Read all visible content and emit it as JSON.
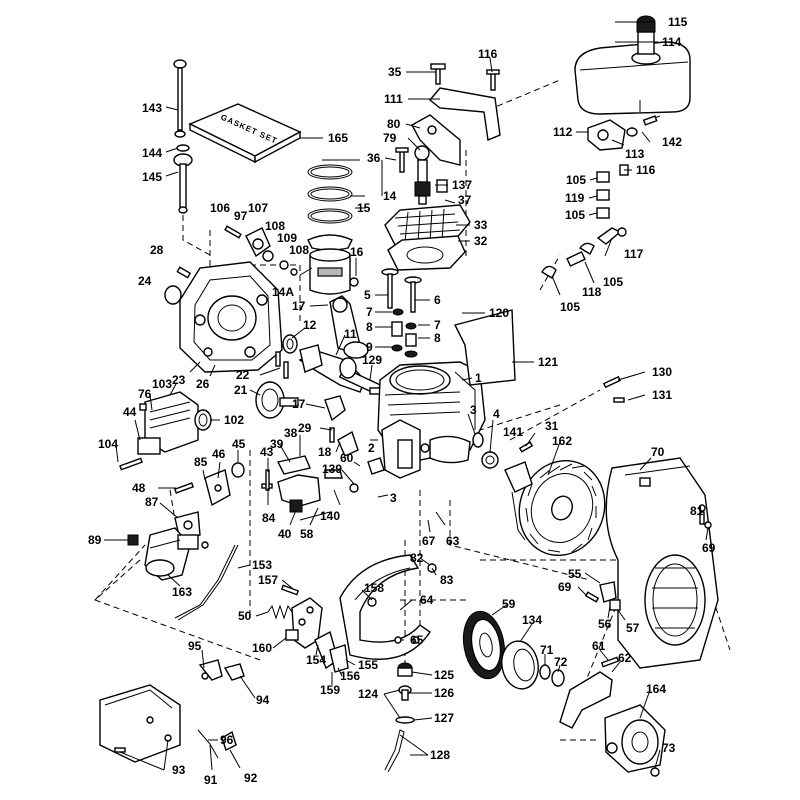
{
  "gasket_set_label": "GASKET SET",
  "callouts": {
    "p115": "115",
    "p114": "114",
    "p116a": "116",
    "p35": "35",
    "p111": "111",
    "p143": "143",
    "p165": "165",
    "p80": "80",
    "p79": "79",
    "p112": "112",
    "p142": "142",
    "p113": "113",
    "p144": "144",
    "p36": "36",
    "p137": "137",
    "p105a": "105",
    "p116b": "116",
    "p145": "145",
    "p37": "37",
    "p119": "119",
    "p105b": "105",
    "p14": "14",
    "p15": "15",
    "p106": "106",
    "p97": "97",
    "p107": "107",
    "p33": "33",
    "p117": "117",
    "p108a": "108",
    "p109": "109",
    "p32": "32",
    "p28": "28",
    "p108b": "108",
    "p16": "16",
    "p105c": "105",
    "p118": "118",
    "p105d": "105",
    "p24": "24",
    "p14A": "14A",
    "p5": "5",
    "p6": "6",
    "p17a": "17",
    "p120": "120",
    "p7a": "7",
    "p7b": "7",
    "p12": "12",
    "p11": "11",
    "p8a": "8",
    "p8b": "8",
    "p9": "9",
    "p121": "121",
    "p129": "129",
    "p22": "22",
    "p23": "23",
    "p26": "26",
    "p1": "1",
    "p130": "130",
    "p76": "76",
    "p103": "103",
    "p21": "21",
    "p131": "131",
    "p102": "102",
    "p17b": "17",
    "p44": "44",
    "p3a": "3",
    "p4": "4",
    "p31": "31",
    "p38": "38",
    "p29": "29",
    "p141": "141",
    "p162": "162",
    "p70": "70",
    "p2": "2",
    "p39": "39",
    "p45": "45",
    "p43": "43",
    "p104": "104",
    "p46": "46",
    "p18": "18",
    "p60": "60",
    "p85": "85",
    "p139": "139",
    "p48": "48",
    "p87": "87",
    "p84": "84",
    "p3b": "3",
    "p81": "81",
    "p69a": "69",
    "p40": "40",
    "p58": "58",
    "p140": "140",
    "p67": "67",
    "p63": "63",
    "p89": "89",
    "p82": "82",
    "p163": "163",
    "p153": "153",
    "p83": "83",
    "p55": "55",
    "p157": "157",
    "p69b": "69",
    "p158": "158",
    "p64": "64",
    "p50": "50",
    "p59": "59",
    "p56": "56",
    "p57": "57",
    "p134": "134",
    "p160": "160",
    "p65": "65",
    "p61": "61",
    "p95": "95",
    "p154": "154",
    "p71": "71",
    "p62": "62",
    "p155": "155",
    "p72": "72",
    "p156": "156",
    "p125": "125",
    "p159": "159",
    "p164": "164",
    "p126": "126",
    "p94": "94",
    "p124": "124",
    "p127": "127",
    "p96": "96",
    "p73": "73",
    "p128": "128",
    "p93": "93",
    "p91": "91",
    "p92": "92"
  }
}
